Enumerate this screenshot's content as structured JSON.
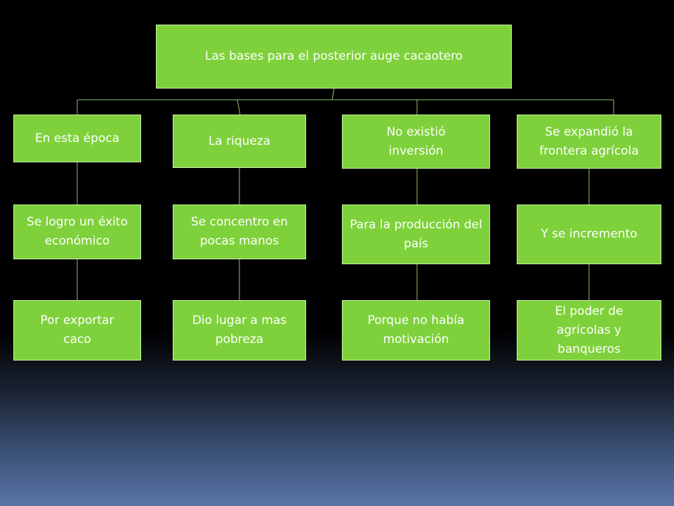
{
  "diagram": {
    "root": {
      "label": "Las bases para el posterior auge cacaotero"
    },
    "columns": [
      {
        "level1": "En esta época",
        "level2": "Se logro un éxito económico",
        "level3": "Por exportar caco"
      },
      {
        "level1": "La riqueza",
        "level2": "Se concentro en pocas manos",
        "level3": "Dio lugar a mas pobreza"
      },
      {
        "level1": "No existió inversión",
        "level2": "Para la producción del país",
        "level3": "Porque no había motivación"
      },
      {
        "level1": "Se expandió la frontera agrícola",
        "level2": "Y se incremento",
        "level3": "El poder de agrícolas y banqueros"
      }
    ]
  },
  "colors": {
    "box_fill": "#7ed13b",
    "box_border": "#c9f0a6",
    "connector": "#8fbf6a",
    "text": "#ffffff"
  }
}
